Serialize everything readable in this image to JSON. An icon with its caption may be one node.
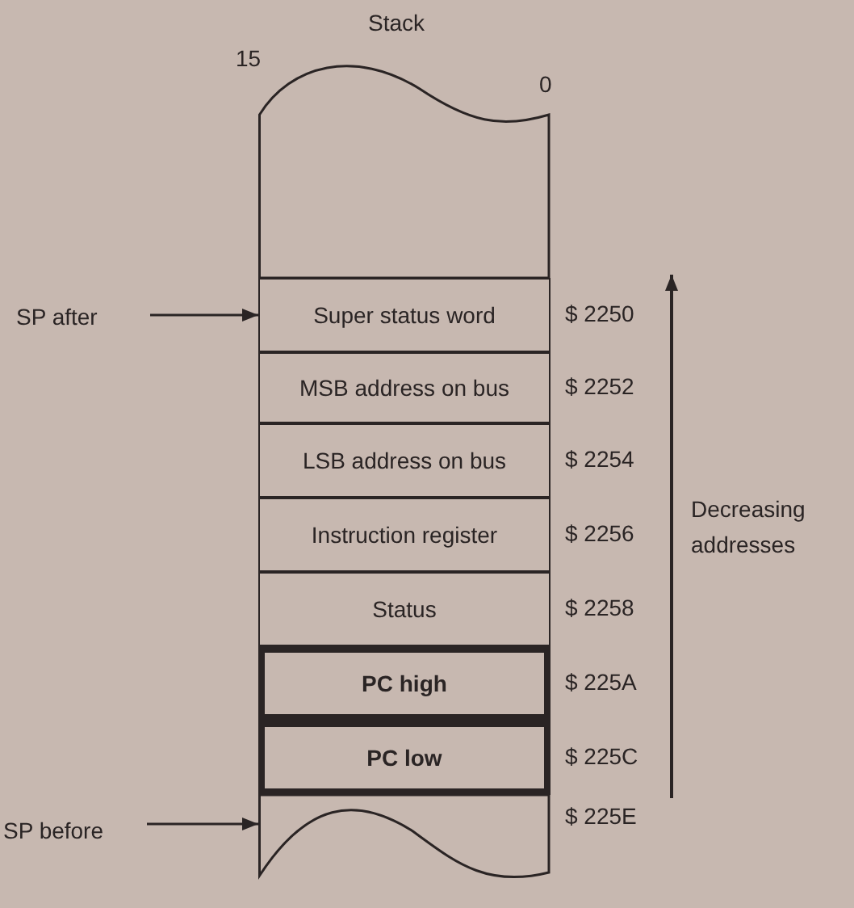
{
  "diagram": {
    "title": "Stack",
    "nodes": [
      {
        "text": [
          "SP after"
        ]
      },
      {
        "text": [],
        "shape": "box"
      },
      {
        "text": [
          "Super status word"
        ],
        "beside": [
          "$ 2250"
        ]
      },
      {
        "text": [
          "MSB address on bus"
        ],
        "beside": [
          "$ 2252"
        ]
      },
      {
        "text": [
          "LSB address on bus"
        ],
        "beside": [
          "$ 2254"
        ]
      },
      {
        "text": [
          "Instruction register"
        ],
        "beside": [
          "$ 2256"
        ]
      },
      {
        "text": [
          "Status"
        ],
        "beside": [
          "$ 2258"
        ]
      },
      {
        "text": [
          "PC high"
        ],
        "beside": [
          "$ 225A"
        ]
      },
      {
        "text": [
          "PC low"
        ],
        "beside": [
          "$ 225C"
        ]
      },
      {
        "text": [],
        "shape": "box",
        "beside": [
          "$ 225E"
        ]
      },
      {
        "text": [
          "SP before"
        ]
      }
    ],
    "edges": [
      {
        "from": 0,
        "to": 2,
        "arrow": "to"
      },
      {
        "from": 10,
        "to": 9,
        "arrow": "to"
      }
    ],
    "labels": [
      "15",
      "0",
      "Decreasing addresses"
    ]
  }
}
